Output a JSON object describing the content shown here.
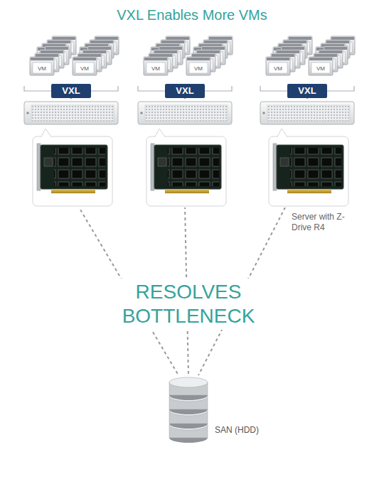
{
  "diagram": {
    "title": "VXL Enables More VMs",
    "nodes": [
      {
        "text": [
          "VXL"
        ]
      },
      {
        "text": [
          "VXL"
        ]
      },
      {
        "text": [
          "VXL"
        ]
      },
      {
        "text": [
          "SAN (HDD)"
        ]
      }
    ],
    "edges": [
      {
        "from": 0,
        "to": 3,
        "arrow": "none"
      },
      {
        "from": 1,
        "to": 3,
        "arrow": "none"
      },
      {
        "from": 2,
        "to": 3,
        "arrow": "none"
      }
    ],
    "labels": [
      "VM",
      "VM",
      "VM",
      "VM",
      "VM",
      "VM",
      "Server with Z-Drive R4",
      "RESOLVES BOTTLENECK"
    ]
  }
}
